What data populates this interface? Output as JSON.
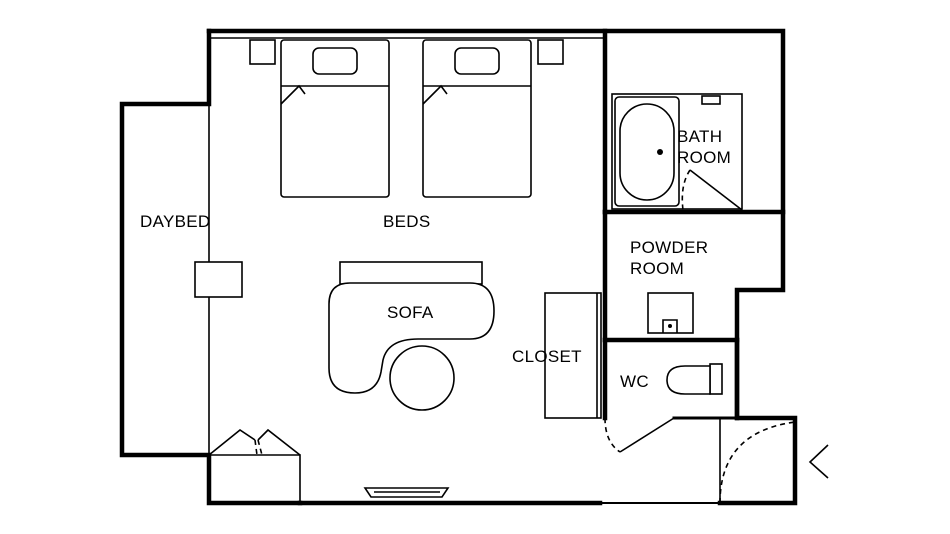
{
  "labels": {
    "daybed": "DAYBED",
    "beds": "BEDS",
    "sofa": "SOFA",
    "closet": "CLOSET",
    "bath_line1": "BATH",
    "bath_line2": "ROOM",
    "powder_line1": "POWDER",
    "powder_line2": "ROOM",
    "wc": "WC"
  }
}
